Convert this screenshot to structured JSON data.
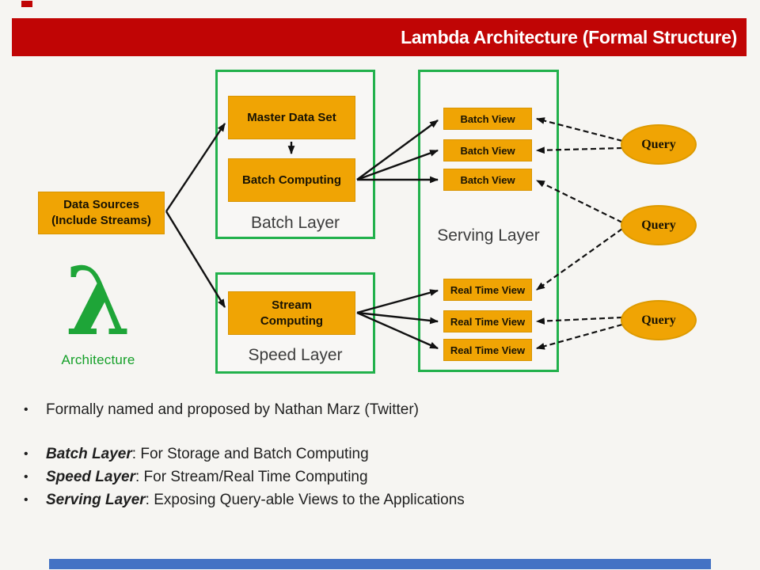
{
  "slide": {
    "title": "Lambda Architecture (Formal Structure)",
    "bullet_marker": "•",
    "colors": {
      "header_red": "#C00505",
      "box_orange": "#F0A404",
      "container_green": "#22B14C",
      "lambda_green": "#1EA538",
      "footer_blue": "#4472C4"
    }
  },
  "diagram": {
    "data_sources": {
      "line1": "Data Sources",
      "line2": "(Include Streams)"
    },
    "lambda": {
      "symbol": "λ",
      "caption": "Architecture"
    },
    "batch_layer": {
      "label": "Batch Layer",
      "master_data_set": "Master Data Set",
      "batch_computing": "Batch Computing"
    },
    "speed_layer": {
      "label": "Speed Layer",
      "stream_computing_line1": "Stream",
      "stream_computing_line2": "Computing"
    },
    "serving_layer": {
      "label": "Serving Layer",
      "batch_views": [
        "Batch View",
        "Batch View",
        "Batch View"
      ],
      "realtime_views": [
        "Real Time View",
        "Real Time View",
        "Real Time View"
      ]
    },
    "queries": [
      "Query",
      "Query",
      "Query"
    ]
  },
  "bullets": [
    {
      "lead": "",
      "text": "Formally named and proposed by Nathan Marz (Twitter)"
    },
    {
      "lead": "Batch Layer",
      "text": ":  For Storage and Batch Computing"
    },
    {
      "lead": "Speed Layer",
      "text": ": For Stream/Real Time Computing"
    },
    {
      "lead": "Serving Layer",
      "text": ": Exposing Query-able Views to the Applications"
    }
  ]
}
